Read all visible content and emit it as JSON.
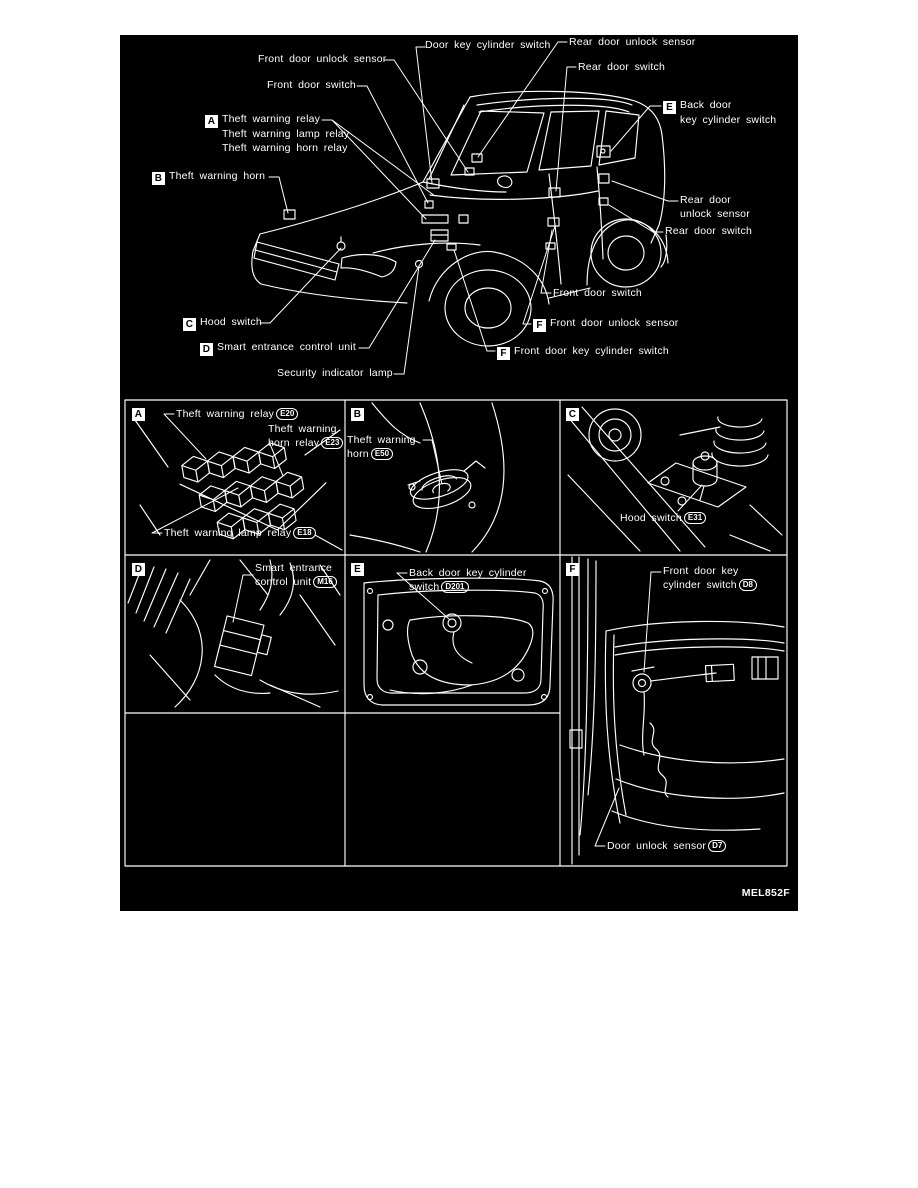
{
  "figure_code": "MEL852F",
  "colors": {
    "background": "#000000",
    "ink": "#ffffff",
    "page": "#ffffff"
  },
  "main": {
    "markers": {
      "a": "A",
      "b": "B",
      "c": "C",
      "d": "D",
      "e": "E",
      "f": "F"
    },
    "callouts": {
      "door_key_cylinder_switch": "Door key cylinder switch",
      "rear_door_unlock_sensor_top": "Rear door unlock sensor",
      "front_door_unlock_sensor_top": "Front door unlock sensor",
      "rear_door_switch_top": "Rear door switch",
      "front_door_switch_top": "Front door switch",
      "back_door_line1": "Back door",
      "back_door_line2": "key cylinder switch",
      "theft_warning_relay": "Theft warning relay",
      "theft_warning_lamp_relay": "Theft warning lamp relay",
      "theft_warning_horn_relay": "Theft warning horn relay",
      "theft_warning_horn": "Theft warning horn",
      "rear_door_unlock_line1": "Rear door",
      "rear_door_unlock_line2": "unlock sensor",
      "rear_door_switch_side": "Rear door switch",
      "front_door_switch_side": "Front door switch",
      "front_door_unlock_sensor_side": "Front door unlock sensor",
      "front_door_key_cylinder_switch": "Front door key cylinder switch",
      "hood_switch": "Hood switch",
      "smart_entrance_control_unit": "Smart entrance control unit",
      "security_indicator_lamp": "Security indicator lamp"
    }
  },
  "panels": {
    "a": {
      "letter": "A",
      "relay_label": "Theft warning relay",
      "relay_code": "E20",
      "horn_relay_line1": "Theft warning",
      "horn_relay_line2": "horn relay",
      "horn_relay_code": "E23",
      "lamp_relay_label": "Theft warning lamp relay",
      "lamp_relay_code": "E18"
    },
    "b": {
      "letter": "B",
      "horn_line1": "Theft warning",
      "horn_line2": "horn",
      "horn_code": "E50"
    },
    "c": {
      "letter": "C",
      "hood_switch_label": "Hood switch",
      "hood_switch_code": "E31"
    },
    "d": {
      "letter": "D",
      "unit_line1": "Smart entrance",
      "unit_line2": "control unit",
      "unit_code": "M16"
    },
    "e": {
      "letter": "E",
      "switch_line1": "Back door key cylinder",
      "switch_line2": "switch",
      "switch_code": "D201"
    },
    "f": {
      "letter": "F",
      "key_switch_line1": "Front door key",
      "key_switch_line2": "cylinder switch",
      "key_switch_code": "D8",
      "sensor_label": "Door unlock sensor",
      "sensor_code": "D7"
    }
  }
}
